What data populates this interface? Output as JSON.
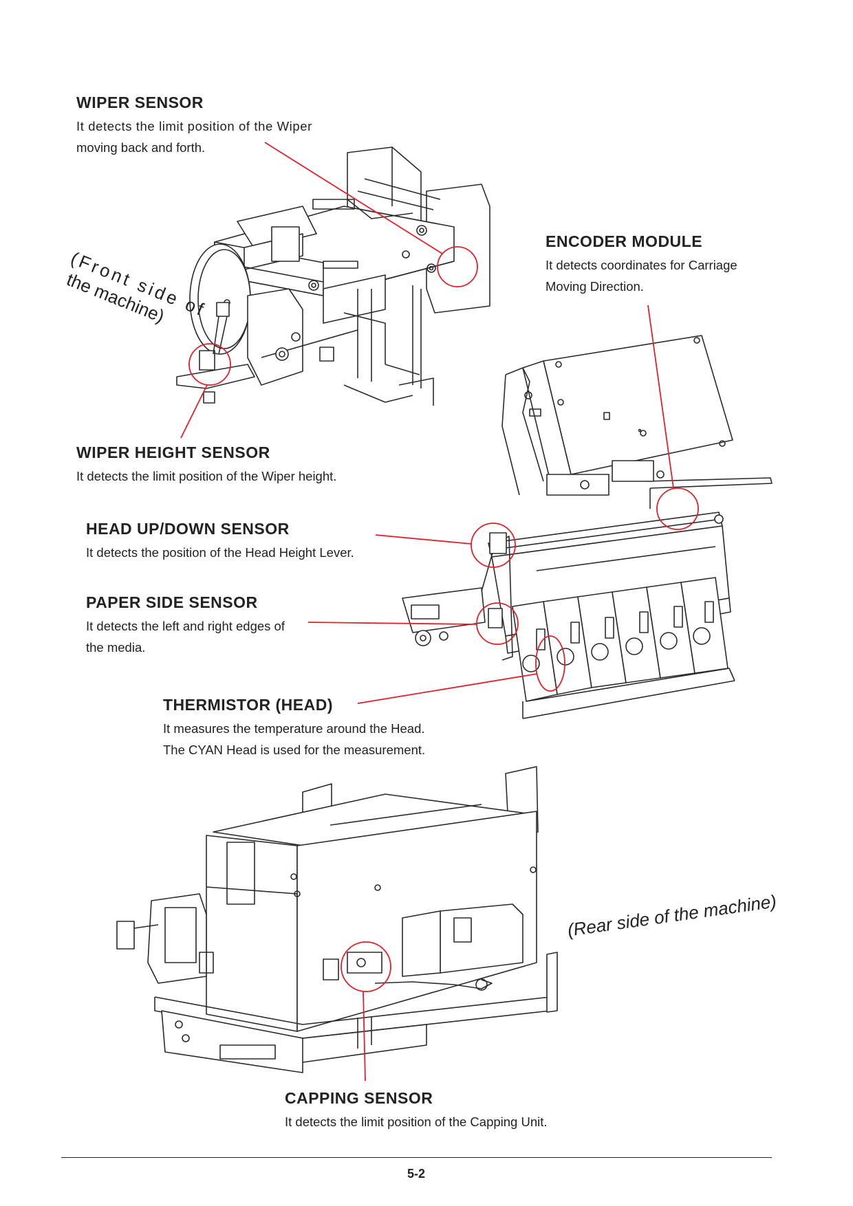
{
  "sensors": [
    {
      "id": "wiper",
      "title": "WIPER SENSOR",
      "lines": [
        "It detects the limit position of the Wiper",
        "moving back and forth."
      ]
    },
    {
      "id": "encoder",
      "title": "ENCODER MODULE",
      "lines": [
        "It detects coordinates for Carriage",
        "Moving Direction."
      ]
    },
    {
      "id": "wiper-height",
      "title": "WIPER HEIGHT SENSOR",
      "lines": [
        "It detects the limit position of the Wiper height."
      ]
    },
    {
      "id": "head-updown",
      "title": "HEAD UP/DOWN SENSOR",
      "lines": [
        "It detects the position of the Head Height Lever."
      ]
    },
    {
      "id": "paper-side",
      "title": "PAPER SIDE SENSOR",
      "lines": [
        "It detects the left and right edges of",
        "the media."
      ]
    },
    {
      "id": "thermistor",
      "title": "THERMISTOR (HEAD)",
      "lines": [
        "It measures the temperature around the Head.",
        "The CYAN Head is used for the measurement."
      ]
    },
    {
      "id": "capping",
      "title": "CAPPING SENSOR",
      "lines": [
        "It detects the limit position of the Capping Unit."
      ]
    }
  ],
  "orientation_notes": {
    "front_line1": "(Front side of",
    "front_line2": "the machine)",
    "rear": "(Rear side of the machine)"
  },
  "page_number": "5-2",
  "colors": {
    "callout": "#e0202a",
    "drawing": "#2a2a2a",
    "text": "#222222"
  }
}
